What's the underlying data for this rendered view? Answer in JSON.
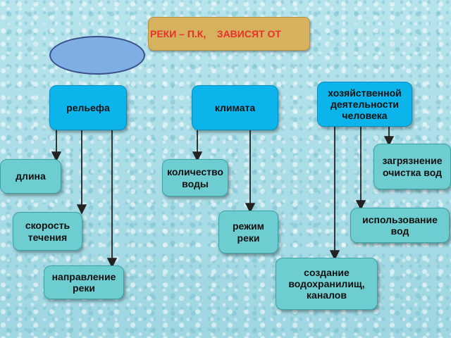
{
  "title": "РЕКИ – П.К,    ЗАВИСЯТ ОТ",
  "categories": {
    "relief": "рельефа",
    "climate": "климата",
    "human": [
      "хозяйственной",
      "деятельности",
      "человека"
    ]
  },
  "leaves": {
    "length": "длина",
    "speed": [
      "скорость",
      "течения"
    ],
    "direction": [
      "направление",
      "реки"
    ],
    "water_amount": [
      "количество",
      "воды"
    ],
    "regime": [
      "режим",
      "реки"
    ],
    "pollution": [
      "загрязнение",
      "очистка вод"
    ],
    "usage": [
      "использование",
      "вод"
    ],
    "reservoirs": [
      "создание",
      "водохранилищ,",
      "каналов"
    ]
  },
  "colors": {
    "title_bg": "#d6b25e",
    "title_text": "#e8312a",
    "category_bg": "#0bb4ea",
    "leaf_bg": "#6ecdd0",
    "ellipse_fill": "#7eaee3"
  }
}
